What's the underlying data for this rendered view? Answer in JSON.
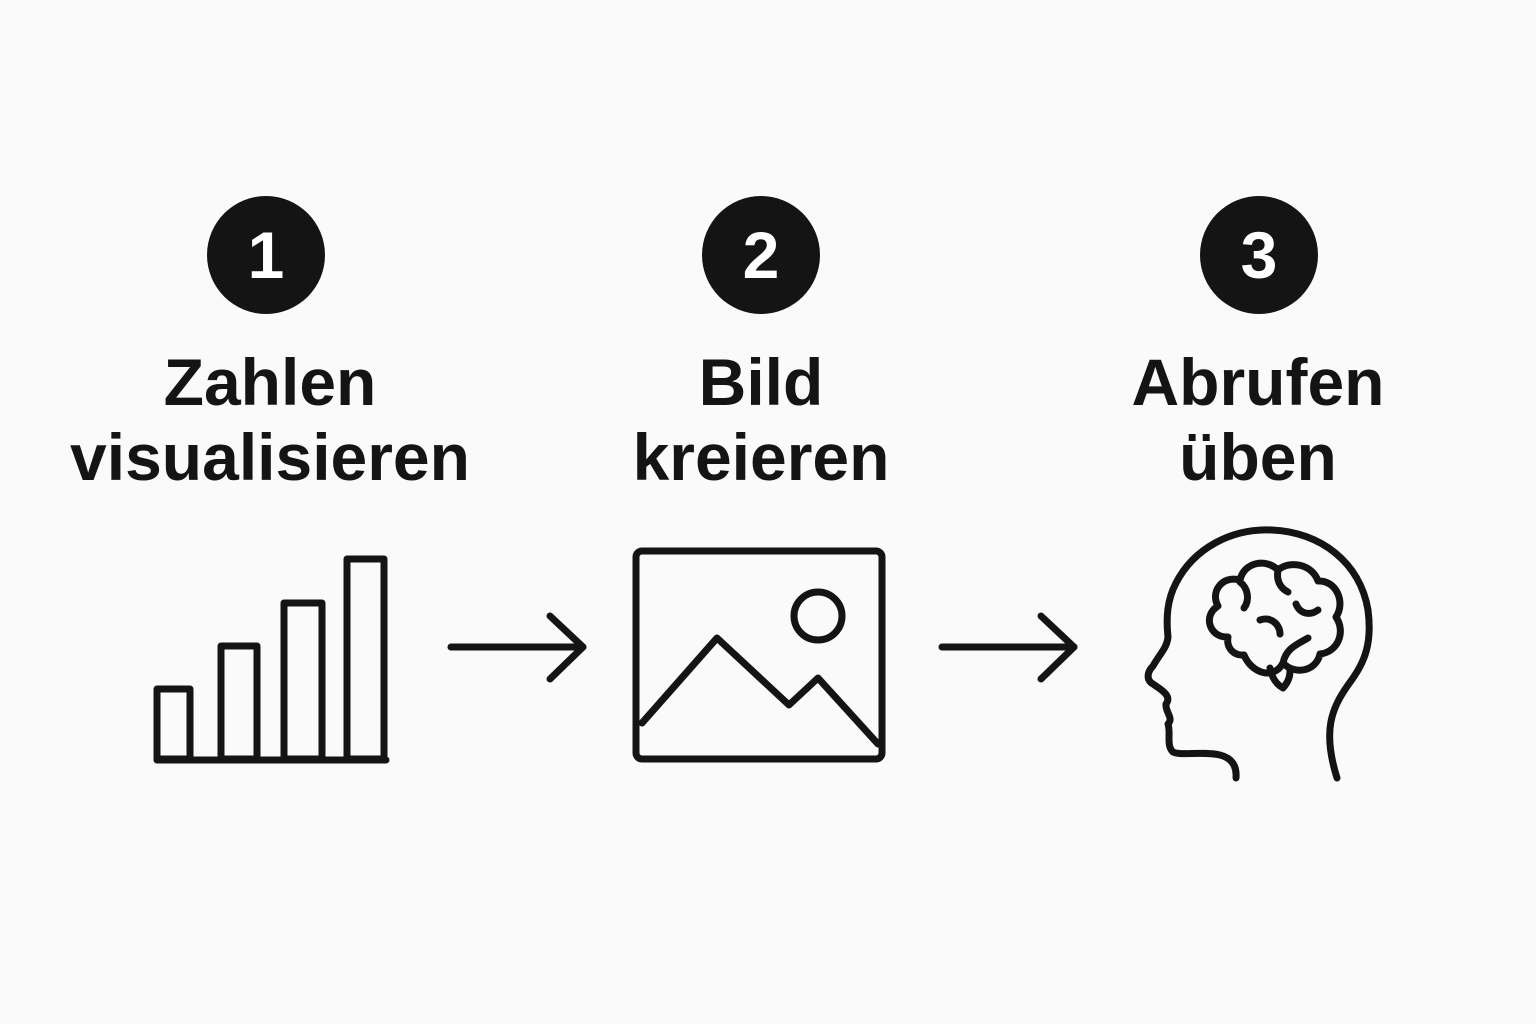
{
  "colors": {
    "background": "#fafafa",
    "ink": "#141414",
    "badge_text": "#ffffff"
  },
  "steps": [
    {
      "number": "1",
      "title_line1": "Zahlen",
      "title_line2": "visualisieren",
      "icon": "bar-chart-icon"
    },
    {
      "number": "2",
      "title_line1": "Bild",
      "title_line2": "kreieren",
      "icon": "image-icon"
    },
    {
      "number": "3",
      "title_line1": "Abrufen",
      "title_line2": "üben",
      "icon": "brain-head-icon"
    }
  ],
  "connectors": [
    "arrow-right-icon",
    "arrow-right-icon"
  ]
}
